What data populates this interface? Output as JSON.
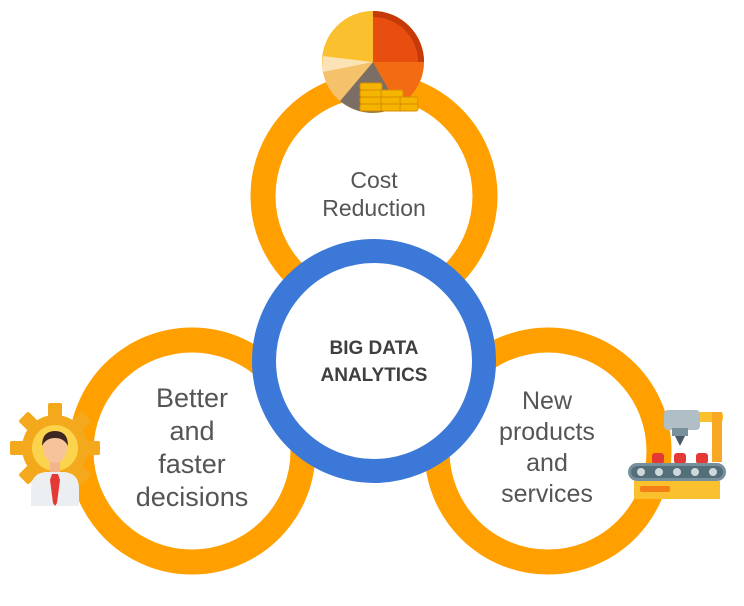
{
  "diagram": {
    "center": {
      "line1": "BIG DATA",
      "line2": "ANALYTICS"
    },
    "top": {
      "line1": "Cost",
      "line2": "Reduction"
    },
    "left": {
      "line1": "Better",
      "line2": "and",
      "line3": "faster",
      "line4": "decisions"
    },
    "right": {
      "line1": "New",
      "line2": "products",
      "line3": "and",
      "line4": "services"
    }
  },
  "colors": {
    "orange_ring": "#FF9F00",
    "blue_ring": "#3C78D8",
    "text": "#555555"
  },
  "icons": [
    "pie-chart-coins-icon",
    "businessman-gear-icon",
    "conveyor-robot-arm-icon"
  ]
}
